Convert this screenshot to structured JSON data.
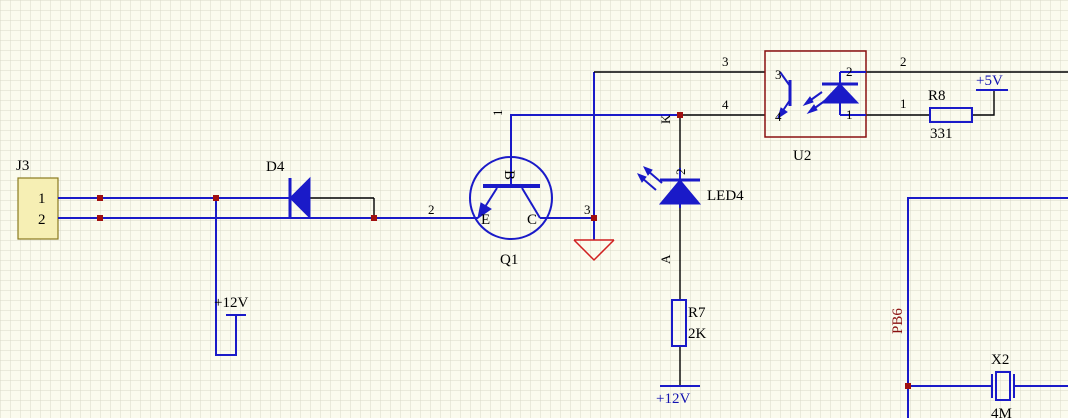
{
  "components": {
    "j3": {
      "ref": "J3",
      "pin1": "1",
      "pin2": "2"
    },
    "d4": {
      "ref": "D4"
    },
    "q1": {
      "ref": "Q1",
      "pin_base": "1",
      "pin_emitter": "2",
      "pin_collector": "3",
      "label_b": "B",
      "label_e": "E",
      "label_c": "C"
    },
    "u2": {
      "ref": "U2",
      "pin3_outer": "3",
      "pin4_outer": "4",
      "pin3_inner": "3",
      "pin4_inner": "4",
      "pin2_outer": "2",
      "pin1_outer": "1",
      "pin2_inner": "2",
      "pin1_inner": "1"
    },
    "led4": {
      "ref": "LED4",
      "pin_k": "K",
      "pin_a": "A",
      "pin_num": "2"
    },
    "r7": {
      "ref": "R7",
      "value": "2K"
    },
    "r8": {
      "ref": "R8",
      "value": "331"
    },
    "x2": {
      "ref": "X2",
      "value": "4M"
    }
  },
  "nets": {
    "plus12v_left": "+12V",
    "plus12v_bottom": "+12V",
    "plus5v": "+5V",
    "pb6": "PB6"
  },
  "colors": {
    "background": "#fbfbee",
    "grid": "#d8d8c8",
    "wire": "#1a1ac8",
    "junction": "#a01010",
    "ground": "#d02020",
    "u2_border": "#8a1010",
    "connector_fill": "#f6efb4"
  }
}
